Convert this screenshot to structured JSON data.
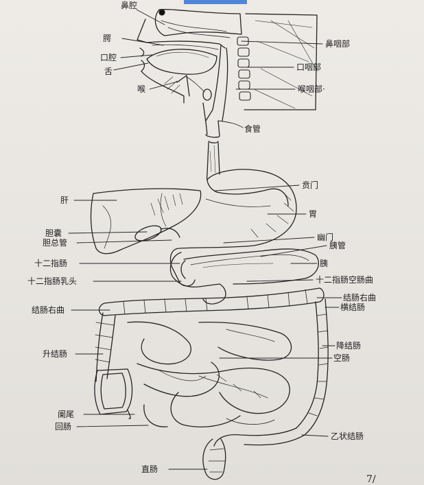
{
  "labels": {
    "nasal_cavity": "鼻腔",
    "palate": "腭",
    "oral_cavity": "口腔",
    "tongue": "舌",
    "larynx": "喉",
    "nasopharynx": "鼻咽部",
    "oropharynx": "口咽部",
    "laryngopharynx": "喉咽部·",
    "esophagus": "食管",
    "cardia": "贲门",
    "liver": "肝",
    "stomach": "胃",
    "gallbladder": "胆囊",
    "bile_duct": "胆总管",
    "pylorus": "幽门",
    "pancreas": "胰管",
    "pancreas_body": "胰",
    "duodenum": "十二指肠",
    "major_papilla": "十二指肠乳头",
    "duodenojejunal_flexure": "十二指肠空肠曲",
    "right_colic_flexure": "结肠右曲",
    "left_colic_flexure": "结肠右曲",
    "transverse_colon": "横结肠",
    "ascending_colon": "升结肠",
    "descending_colon": "降结肠",
    "jejunum": "空肠",
    "appendix": "阑尾",
    "ileum": "回肠",
    "sigmoid_colon": "乙状结肠",
    "rectum": "直肠",
    "page_mark": "7/"
  },
  "colors": {
    "ink": "#1e1e1e",
    "paper": "#eeebe7",
    "tape": "#4f86d8"
  }
}
